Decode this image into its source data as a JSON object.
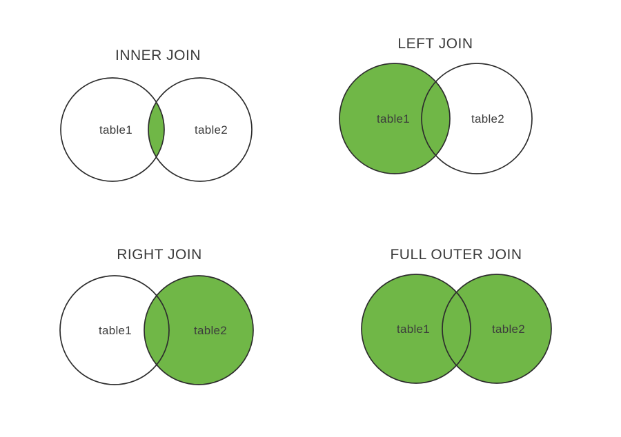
{
  "diagram": {
    "description_labels": {
      "left_table": "table1",
      "right_table": "table2"
    },
    "colors": {
      "highlight_green": "#70b747",
      "circle_outline": "#2d2d2d",
      "text": "#3a3a3a",
      "background": "#ffffff"
    },
    "panels": [
      {
        "title": "INNER JOIN",
        "left_label": "table1",
        "right_label": "table2",
        "left_fill": "#ffffff",
        "right_fill": "#ffffff",
        "intersection_fill": "#70b747"
      },
      {
        "title": "LEFT JOIN",
        "left_label": "table1",
        "right_label": "table2",
        "left_fill": "#70b747",
        "right_fill": "#ffffff",
        "intersection_fill": "#70b747"
      },
      {
        "title": "RIGHT JOIN",
        "left_label": "table1",
        "right_label": "table2",
        "left_fill": "#ffffff",
        "right_fill": "#70b747",
        "intersection_fill": "#70b747"
      },
      {
        "title": "FULL OUTER JOIN",
        "left_label": "table1",
        "right_label": "table2",
        "left_fill": "#70b747",
        "right_fill": "#70b747",
        "intersection_fill": "#70b747"
      }
    ]
  }
}
